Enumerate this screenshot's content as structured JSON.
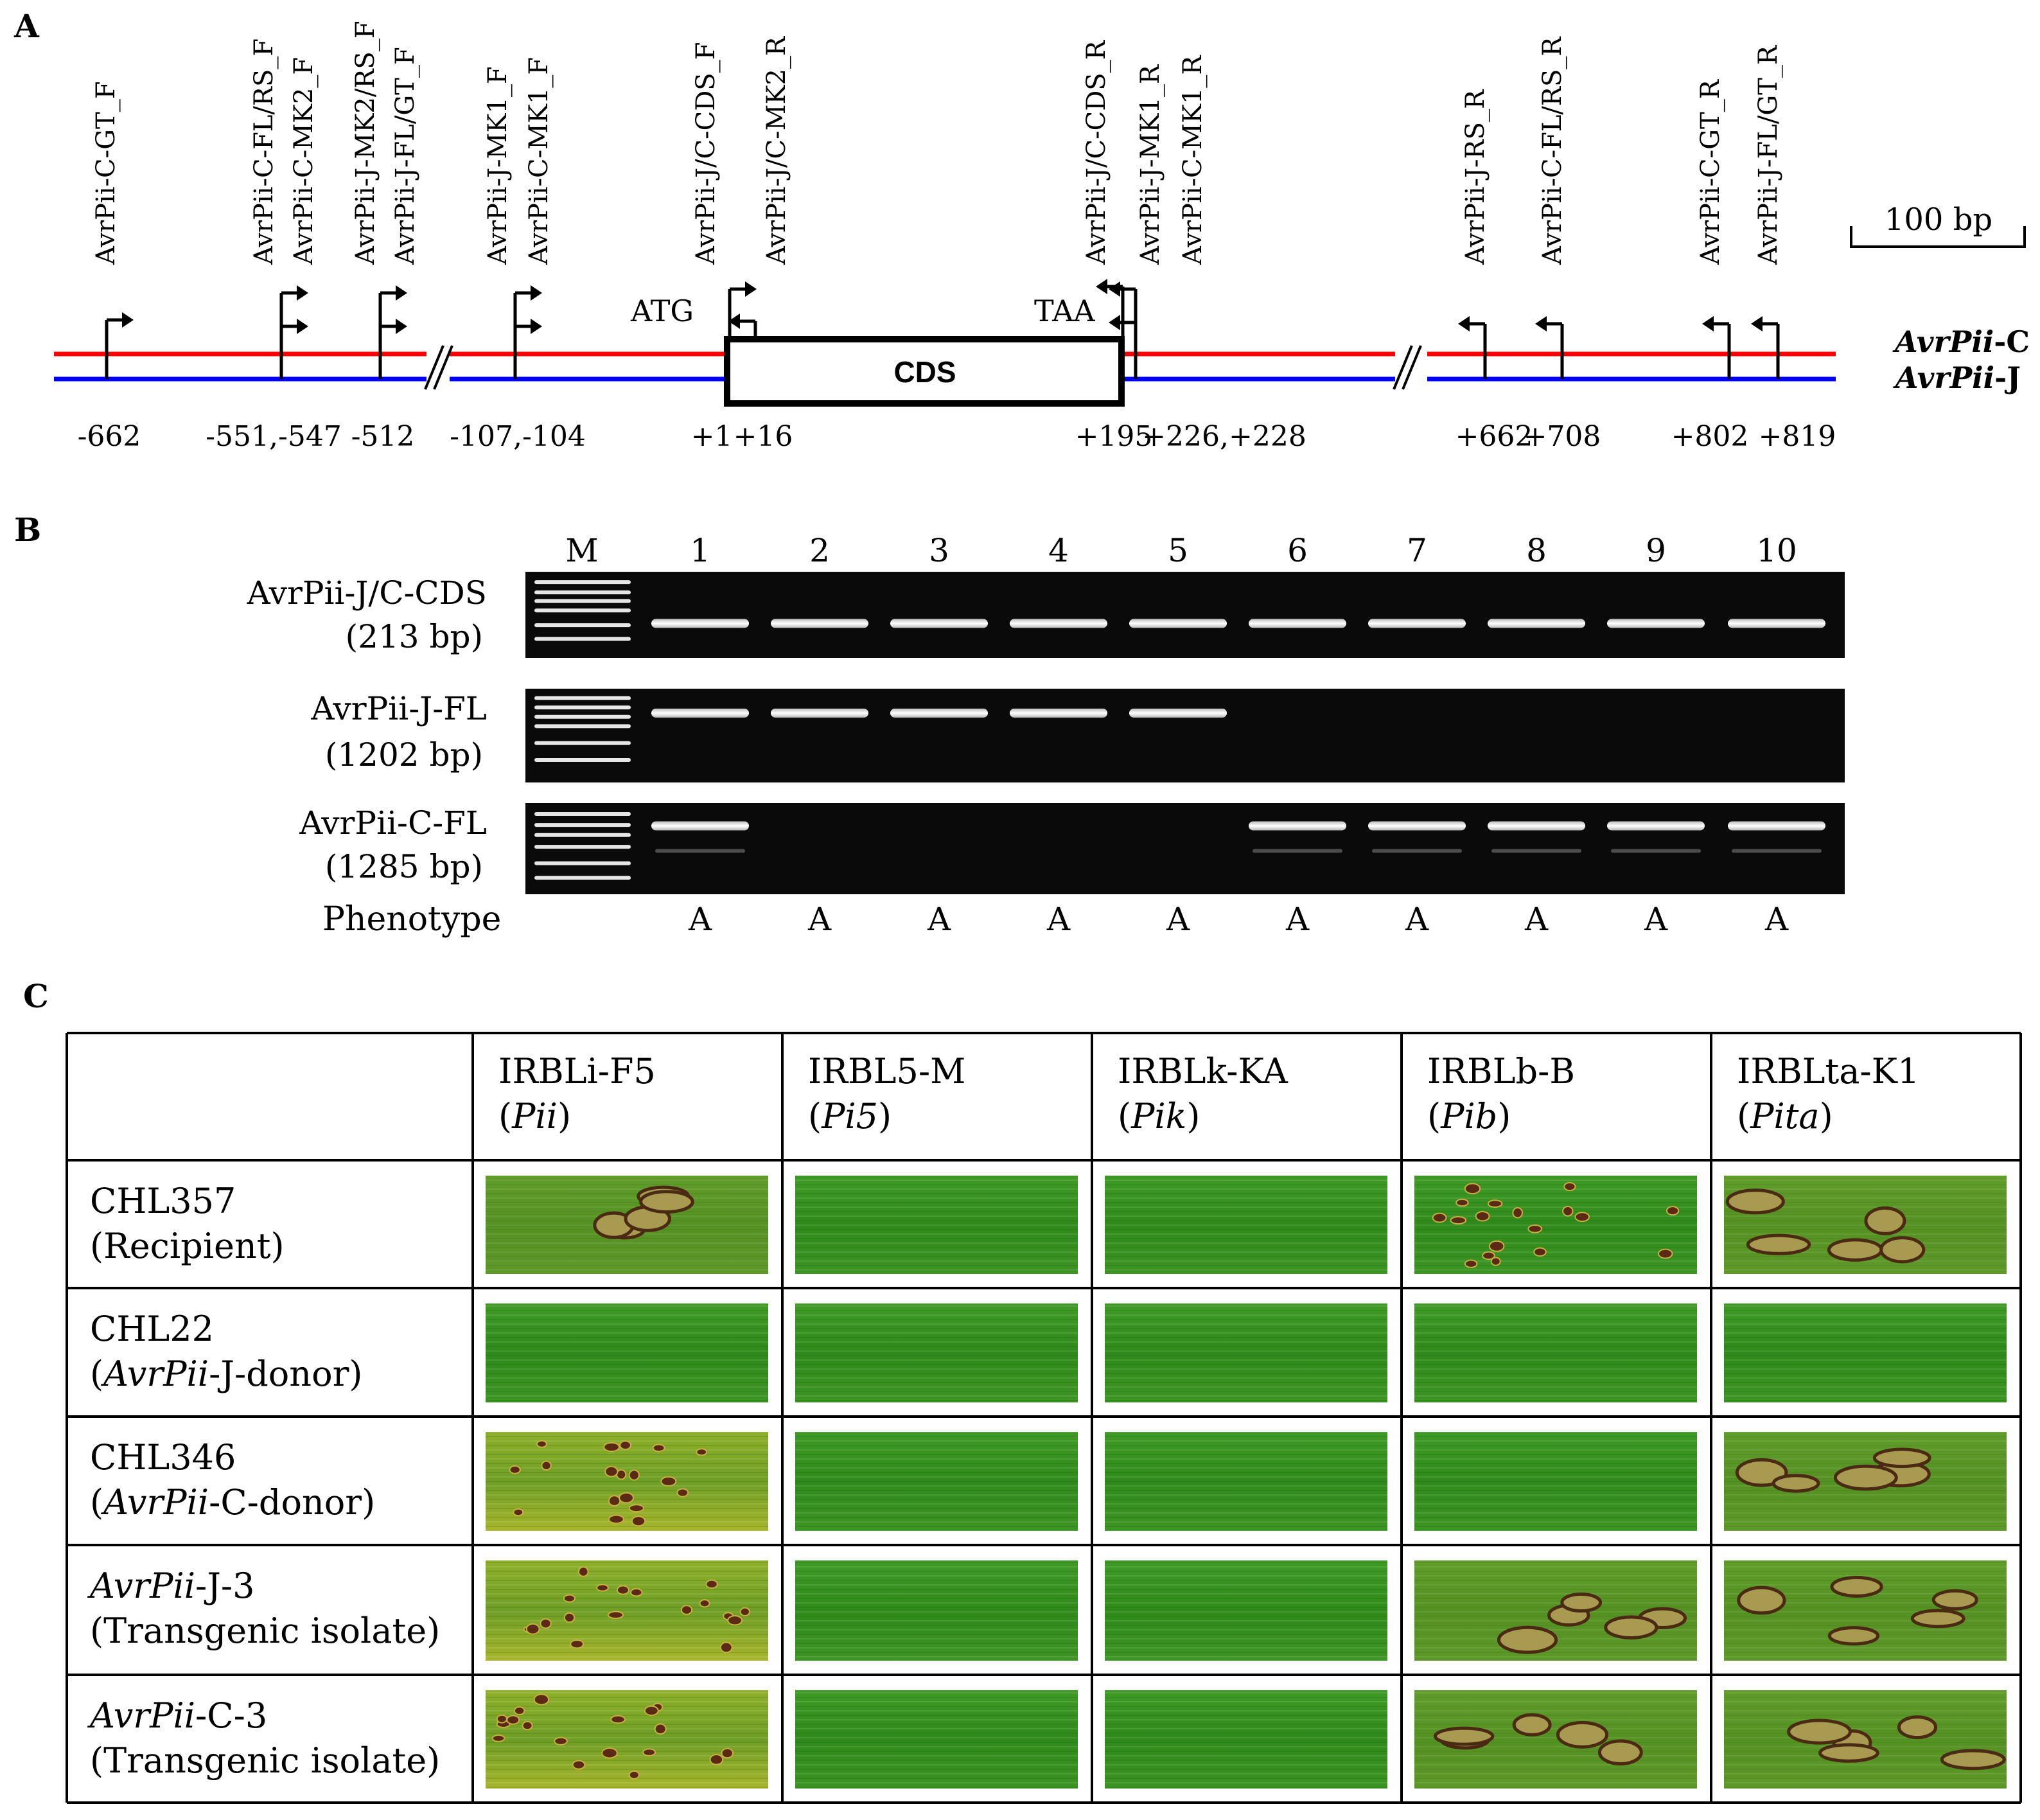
{
  "panel_labels": {
    "a": "A",
    "b": "B",
    "c": "C"
  },
  "panel_a": {
    "scale_bar_label": "100 bp",
    "gene_c": {
      "prefix": "AvrPii",
      "suffix": "-C",
      "color": "#ff0000"
    },
    "gene_j": {
      "prefix": "AvrPii",
      "suffix": "-J",
      "color": "#0000ff"
    },
    "cds_label": "CDS",
    "start_codon": "ATG",
    "stop_codon": "TAA",
    "primers": [
      "AvrPii-C-GT_F",
      "AvrPii-C-FL/RS_F",
      "AvrPii-C-MK2_F",
      "AvrPii-J-MK2/RS_F",
      "AvrPii-J-FL/GT_F",
      "AvrPii-J-MK1_F",
      "AvrPii-C-MK1_F",
      "AvrPii-J/C-CDS_F",
      "AvrPii-J/C-MK2_R",
      "AvrPii-J/C-CDS_R",
      "AvrPii-J-MK1_R",
      "AvrPii-C-MK1_R",
      "AvrPii-J-RS_R",
      "AvrPii-C-FL/RS_R",
      "AvrPii-C-GT_R",
      "AvrPii-J-FL/GT_R"
    ],
    "positions": [
      "-662",
      "-551,-547",
      "-512",
      "-107,-104",
      "+1",
      "+16",
      "+195",
      "+226,+228",
      "+662",
      "+708",
      "+802",
      "+819"
    ]
  },
  "panel_b": {
    "marker_label": "M",
    "lanes": [
      "1",
      "2",
      "3",
      "4",
      "5",
      "6",
      "7",
      "8",
      "9",
      "10"
    ],
    "gels": [
      {
        "name": "AvrPii-J/C-CDS",
        "size": "(213 bp)",
        "bands": [
          1,
          1,
          1,
          1,
          1,
          1,
          1,
          1,
          1,
          1
        ]
      },
      {
        "name": "AvrPii-J-FL",
        "size": "(1202 bp)",
        "bands": [
          1,
          1,
          1,
          1,
          1,
          0,
          0,
          0,
          0,
          0
        ]
      },
      {
        "name": "AvrPii-C-FL",
        "size": "(1285 bp)",
        "bands": [
          1,
          0,
          0,
          0,
          0,
          1,
          1,
          1,
          1,
          1
        ]
      }
    ],
    "phenotype_label": "Phenotype",
    "phenotypes": [
      "A",
      "A",
      "A",
      "A",
      "A",
      "A",
      "A",
      "A",
      "A",
      "A"
    ]
  },
  "panel_c": {
    "columns": [
      {
        "line": "IRBLi-F5",
        "gene": "Pii"
      },
      {
        "line": "IRBL5-M",
        "gene": "Pi5"
      },
      {
        "line": "IRBLk-KA",
        "gene": "Pik"
      },
      {
        "line": "IRBLb-B",
        "gene": "Pib"
      },
      {
        "line": "IRBLta-K1",
        "gene": "Pita"
      }
    ],
    "rows": [
      {
        "l1a": "",
        "l1b": "CHL357",
        "l2a": "(Recipient)",
        "l2b": "",
        "l2c": "",
        "lesions": [
          2,
          0,
          0,
          1,
          2
        ]
      },
      {
        "l1a": "",
        "l1b": "CHL22",
        "l2a": "(",
        "l2b": "AvrPii",
        "l2c": "-J-donor)",
        "lesions": [
          0,
          0,
          0,
          0,
          0
        ]
      },
      {
        "l1a": "",
        "l1b": "CHL346",
        "l2a": "(",
        "l2b": "AvrPii",
        "l2c": "-C-donor)",
        "lesions": [
          1,
          0,
          0,
          0,
          2
        ]
      },
      {
        "l1a": "AvrPii",
        "l1b": "-J-3",
        "l2a": "(Transgenic isolate)",
        "l2b": "",
        "l2c": "",
        "lesions": [
          1,
          0,
          0,
          2,
          2
        ]
      },
      {
        "l1a": "AvrPii",
        "l1b": "-C-3",
        "l2a": " (Transgenic isolate)",
        "l2b": "",
        "l2c": "",
        "lesions": [
          1,
          0,
          0,
          2,
          2
        ]
      }
    ]
  }
}
